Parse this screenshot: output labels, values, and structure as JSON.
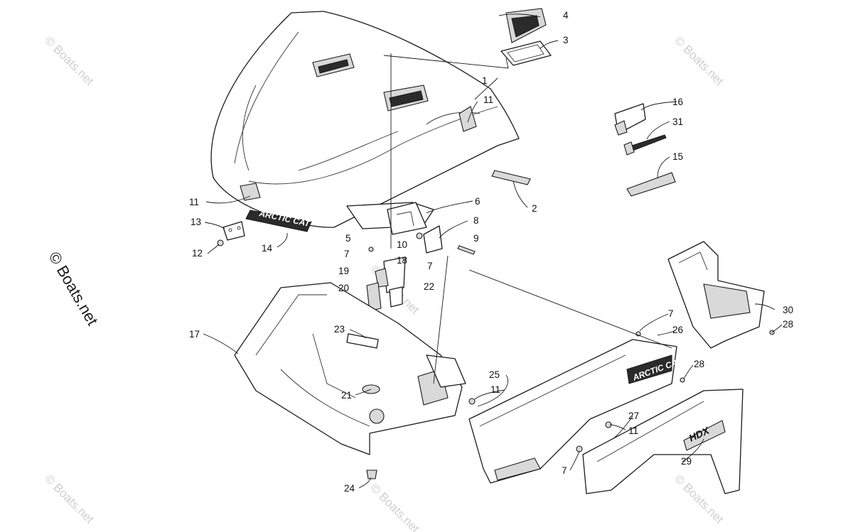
{
  "watermarks": {
    "corner_text": "© Boats.net",
    "side_text": "© Boats.net"
  },
  "decals": {
    "hood_brand": "ARCTIC CAT",
    "panel_brand": "ARCTIC CAT",
    "fender_model": "HDX"
  },
  "callouts": [
    "1",
    "2",
    "3",
    "4",
    "5",
    "6",
    "7",
    "8",
    "9",
    "10",
    "11",
    "12",
    "13",
    "14",
    "15",
    "16",
    "17",
    "18",
    "19",
    "20",
    "21",
    "22",
    "23",
    "24",
    "25",
    "26",
    "27",
    "28",
    "29",
    "30",
    "31"
  ],
  "colors": {
    "line": "#1a1a1a",
    "watermark": "#cfcfcf"
  }
}
